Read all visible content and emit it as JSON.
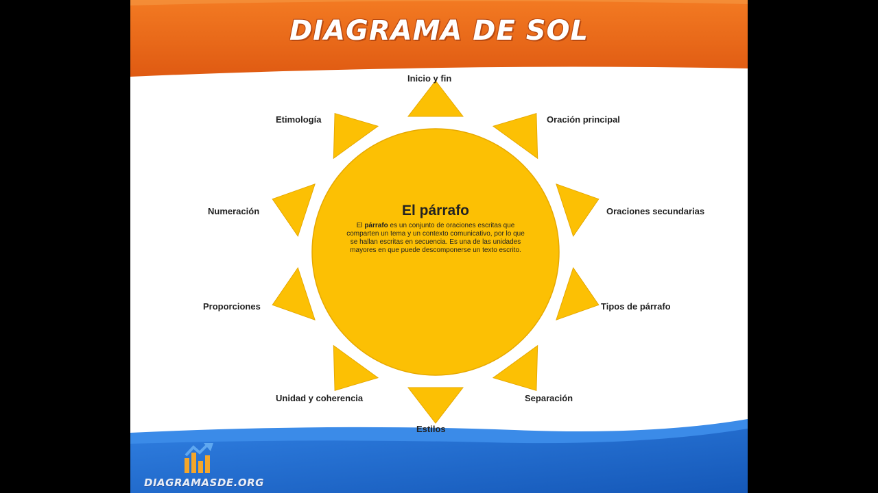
{
  "header": {
    "title": "DIAGRAMA DE SOL"
  },
  "center": {
    "title": "El párrafo",
    "body_prefix": "El ",
    "body_bold": "párrafo",
    "body_rest": " es un conjunto de oraciones escritas que comparten un tema y un contexto comunicativo, por lo que se hallan escritas en secuencia. Es una de las unidades mayores en que puede descomponerse un texto escrito."
  },
  "rays": [
    "Inicio y fin",
    "Oración principal",
    "Oraciones secundarias",
    "Tipos de párrafo",
    "Separación",
    "Estilos",
    "Unidad y coherencia",
    "Proporciones",
    "Numeración",
    "Etimología"
  ],
  "footer": {
    "brand": "DIAGRAMASDE.ORG"
  },
  "colors": {
    "sun": "#fcc004",
    "sun_edge": "#e6a800",
    "header_orange": "#e8621c",
    "footer_blue": "#1f6bd0"
  }
}
